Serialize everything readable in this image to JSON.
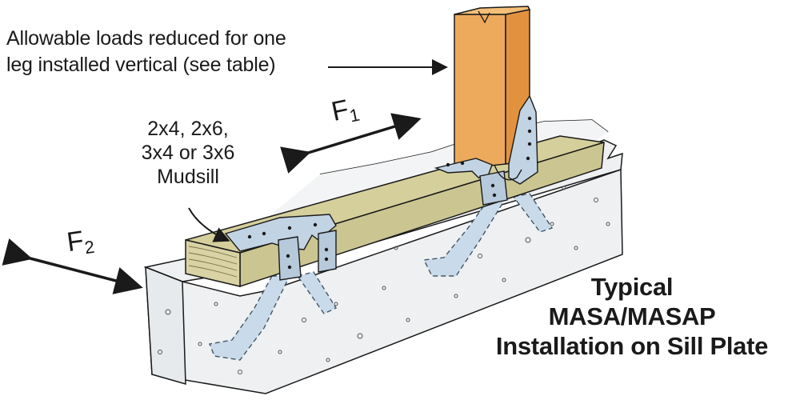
{
  "callouts": {
    "allowable_note": [
      "Allowable loads reduced for one",
      "leg installed vertical (see table)"
    ],
    "mudsill_note": [
      "2x4, 2x6,",
      "3x4 or 3x6",
      "Mudsill"
    ]
  },
  "forces": {
    "f1": {
      "letter": "F",
      "subscript": "1"
    },
    "f2": {
      "letter": "F",
      "subscript": "2"
    }
  },
  "caption": [
    "Typical",
    "MASA/MASAP",
    "Installation on Sill Plate"
  ],
  "colors": {
    "concrete": "#eef0f1",
    "concrete_outline": "#1a1a1a",
    "mudsill_top": "#d5cf9c",
    "mudsill_side": "#cbc592",
    "mudsill_end": "#d9d2a4",
    "post_face": "#eeaa5c",
    "post_side": "#e2923f",
    "anchor_fill": "#c2d4e4",
    "anchor_embedded": "#c9dbea",
    "text": "#1a1a1a"
  }
}
